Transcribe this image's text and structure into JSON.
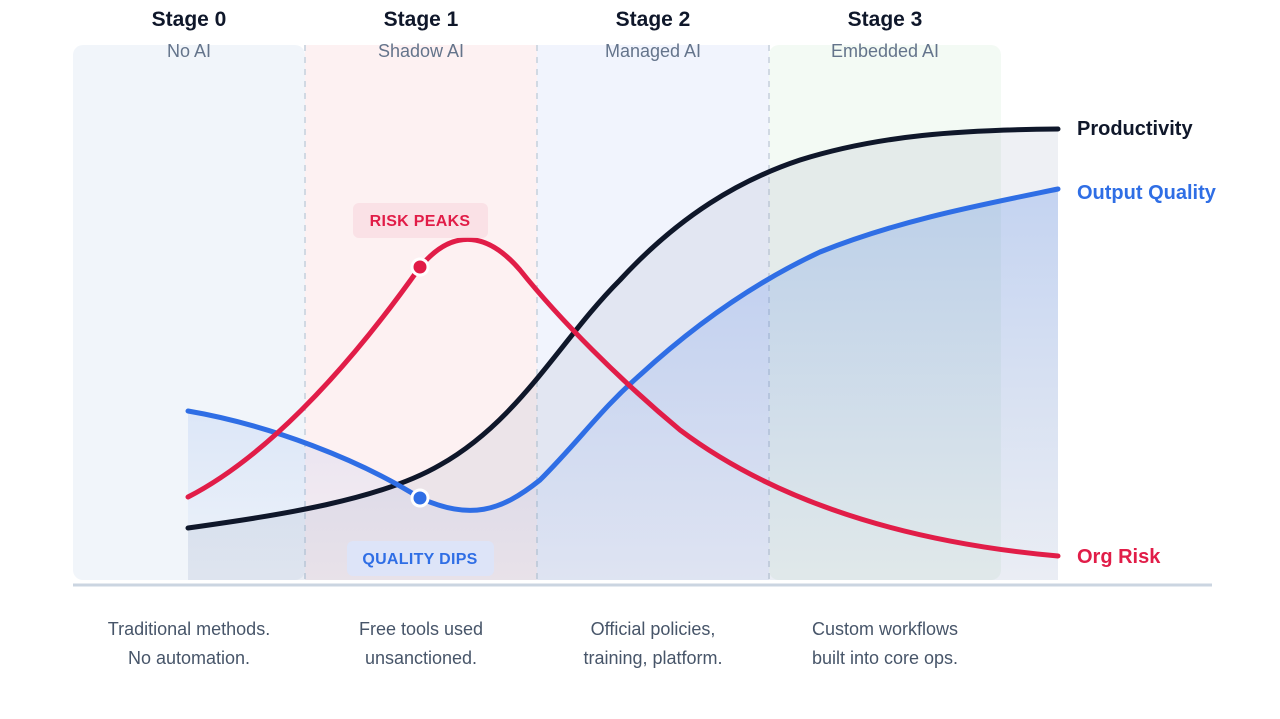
{
  "stages": [
    {
      "title": "Stage 0",
      "subtitle": "No AI",
      "desc": [
        "Traditional methods.",
        "No automation."
      ]
    },
    {
      "title": "Stage 1",
      "subtitle": "Shadow AI",
      "desc": [
        "Free tools used",
        "unsanctioned."
      ]
    },
    {
      "title": "Stage 2",
      "subtitle": "Managed AI",
      "desc": [
        "Official policies,",
        "training, platform."
      ]
    },
    {
      "title": "Stage 3",
      "subtitle": "Embedded AI",
      "desc": [
        "Custom workflows",
        "built into core ops."
      ]
    }
  ],
  "curves": {
    "productivity": {
      "label": "Productivity",
      "color": "#0f172a"
    },
    "quality": {
      "label": "Output Quality",
      "color": "#2f6ee5"
    },
    "risk": {
      "label": "Org Risk",
      "color": "#e11d48"
    }
  },
  "annotations": {
    "risk_peak": "RISK PEAKS",
    "quality_dip": "QUALITY DIPS"
  },
  "colors": {
    "stage0_bg": "#f1f5fa",
    "stage1_bg": "#fdf1f2",
    "stage2_bg": "#f1f4fd",
    "stage3_bg": "#f3faf4",
    "baseline": "#cbd5e1",
    "divider": "#d1d9e3"
  }
}
